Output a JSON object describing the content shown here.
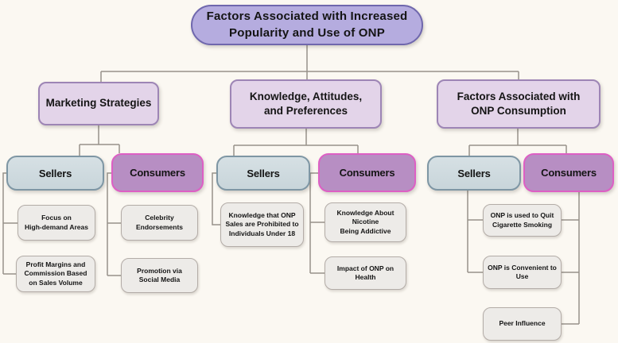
{
  "title": "Factors Associated with Increased Popularity and Use of ONP flowchart",
  "root": {
    "label": "Factors Associated with Increased\nPopularity and Use of ONP"
  },
  "branches": [
    {
      "label": "Marketing Strategies",
      "sellers": {
        "label": "Sellers",
        "items": [
          "Focus on\nHigh-demand Areas",
          "Profit Margins and\nCommission Based\non Sales Volume"
        ]
      },
      "consumers": {
        "label": "Consumers",
        "items": [
          "Celebrity\nEndorsements",
          "Promotion via\nSocial Media"
        ]
      }
    },
    {
      "label": "Knowledge, Attitudes,\nand Preferences",
      "sellers": {
        "label": "Sellers",
        "items": [
          "Knowledge that ONP\nSales are Prohibited to\nIndividuals Under 18"
        ]
      },
      "consumers": {
        "label": "Consumers",
        "items": [
          "Knowledge About\nNicotine\nBeing Addictive",
          "Impact of ONP on\nHealth"
        ]
      }
    },
    {
      "label": "Factors Associated with\nONP Consumption",
      "sellers": {
        "label": "Sellers",
        "items": []
      },
      "consumers": {
        "label": "Consumers",
        "items": []
      },
      "shared_items": [
        "ONP is used to Quit\nCigarette Smoking",
        "ONP is Convenient to\nUse"
      ],
      "consumers_only_items": [
        "Peer Influence"
      ]
    }
  ],
  "colors": {
    "background": "#fbf8f2",
    "root_fill": "#b5acdf",
    "root_border": "#6f67ad",
    "branch_fill": "#e3d4e9",
    "branch_border": "#9d85b5",
    "sellers_fill": "#cdd9dd",
    "sellers_border": "#7e96a4",
    "consumers_fill": "#b78ec3",
    "consumers_border": "#dd5fc4",
    "leaf_fill": "#edebe8",
    "leaf_border": "#b3aca7",
    "connector": "#97918a",
    "text": "#141414"
  }
}
